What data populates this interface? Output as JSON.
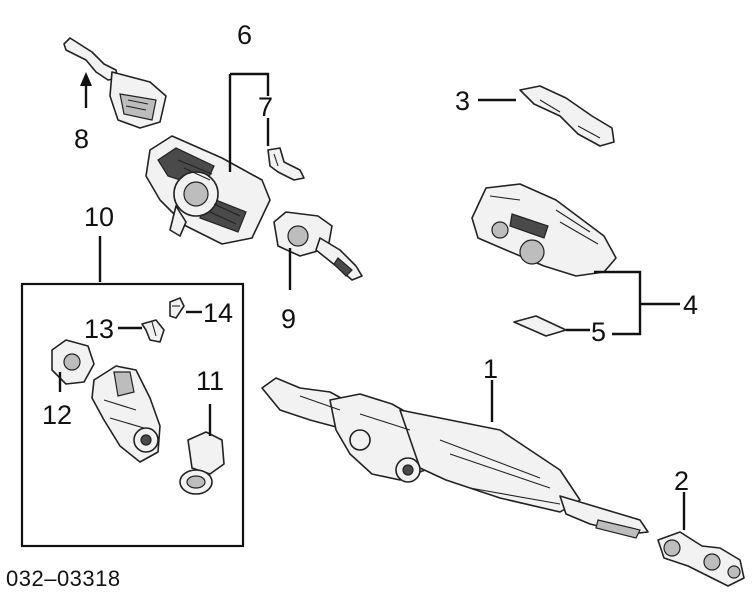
{
  "callouts": {
    "c1": "1",
    "c2": "2",
    "c3": "3",
    "c4": "4",
    "c5": "5",
    "c6": "6",
    "c7": "7",
    "c8": "8",
    "c9": "9",
    "c10": "10",
    "c11": "11",
    "c12": "12",
    "c13": "13",
    "c14": "14"
  },
  "diagram_code": "032–03318"
}
